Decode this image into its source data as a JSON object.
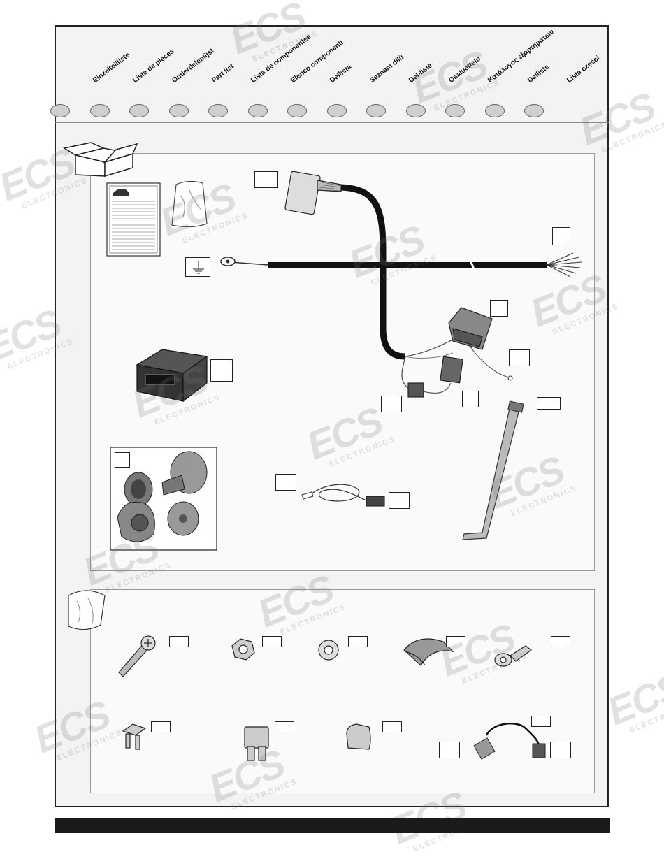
{
  "languages": [
    {
      "label": "Einzelteilliste"
    },
    {
      "label": "Liste de pieces"
    },
    {
      "label": "Onderdelenlijst"
    },
    {
      "label": "Part list"
    },
    {
      "label": "Lista de componentes"
    },
    {
      "label": "Elenco componenti"
    },
    {
      "label": "Dellista"
    },
    {
      "label": "Seznam dílů"
    },
    {
      "label": "Del-liste"
    },
    {
      "label": "Osaluettelo"
    },
    {
      "label": "Κατάλογος εξαρτημάτων"
    },
    {
      "label": "Delliste"
    },
    {
      "label": "Lista części"
    }
  ],
  "watermark": {
    "brand": "ECS",
    "tagline": "ELECTRONICS"
  },
  "colors": {
    "frame": "#222222",
    "background": "#f3f3f3",
    "lang_circle": "#cfcfcf",
    "footer": "#1a1a1a"
  },
  "icons": [
    "box-icon",
    "bag-icon",
    "ground-symbol-icon"
  ]
}
